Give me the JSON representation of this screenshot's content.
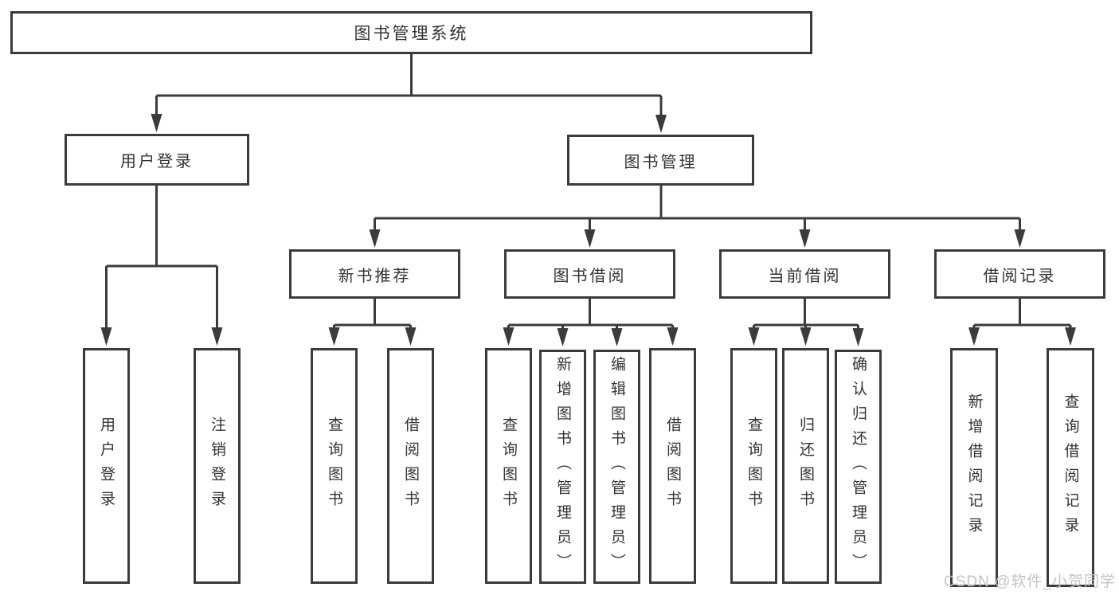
{
  "diagram": {
    "title": "图书管理系统",
    "level2": [
      {
        "label": "用户登录"
      },
      {
        "label": "图书管理"
      }
    ],
    "level3": [
      {
        "label": "新书推荐"
      },
      {
        "label": "图书借阅"
      },
      {
        "label": "当前借阅"
      },
      {
        "label": "借阅记录"
      }
    ],
    "leaves": {
      "user_login": [
        "用户登录",
        "注销登录"
      ],
      "new_book_recommend": [
        "查询图书",
        "借阅图书"
      ],
      "book_borrow": [
        "查询图书",
        "新增图书（管理员）",
        "编辑图书（管理员）",
        "借阅图书"
      ],
      "current_borrow": [
        "查询图书",
        "归还图书",
        "确认归还（管理员）"
      ],
      "borrow_records": [
        "新增借阅记录",
        "查询借阅记录"
      ]
    }
  },
  "watermark": "CSDN @软件_小贺同学",
  "colors": {
    "line": "#3b3b3b",
    "text": "#333333",
    "background": "#ffffff",
    "watermark": "#c7c2c5"
  }
}
